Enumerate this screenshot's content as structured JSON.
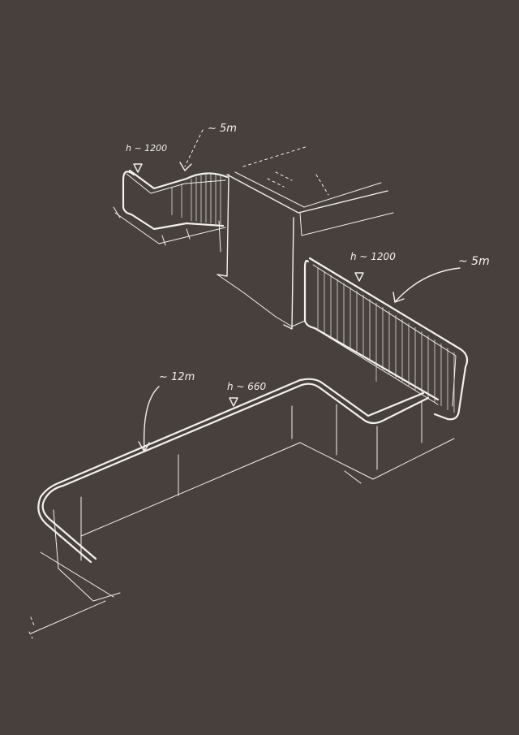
{
  "background_color": "#47403d",
  "ink_color": "#f4f1ec",
  "annotations": {
    "upper_left_height": "h ~ 1200",
    "upper_left_length": "~ 5m",
    "right_height": "h ~ 1200",
    "right_length": "~ 5m",
    "lower_length": "~ 12m",
    "lower_height": "h ~ 660"
  }
}
